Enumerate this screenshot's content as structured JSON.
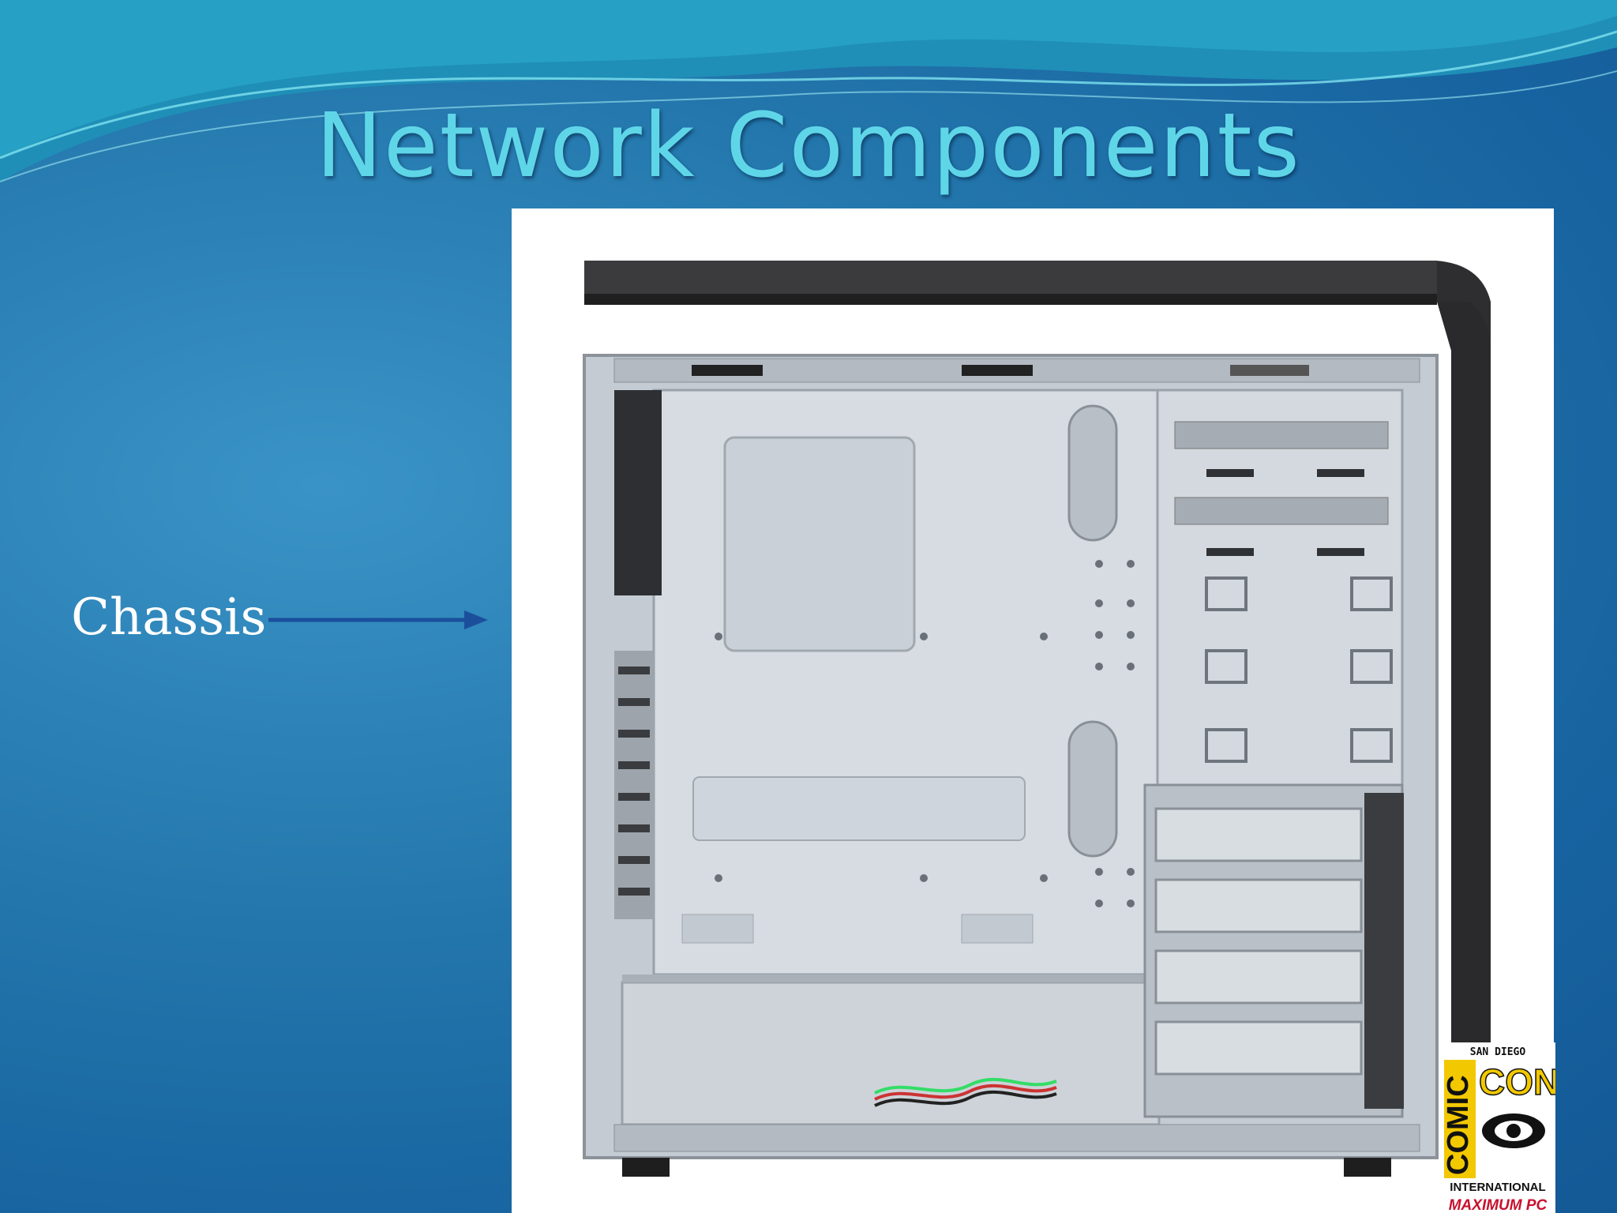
{
  "slide": {
    "title": "Network Components",
    "label": "Chassis"
  },
  "image": {
    "subject": "computer-case-chassis",
    "logo": {
      "top_text": "SAN DIEGO",
      "comic": "COMIC",
      "con": "CON",
      "international": "INTERNATIONAL",
      "sponsor": "MAXIMUM PC"
    }
  },
  "colors": {
    "background": "#2478ad",
    "title": "#5fd6e8",
    "label": "#ffffff",
    "arrow": "#1b4f9c"
  }
}
